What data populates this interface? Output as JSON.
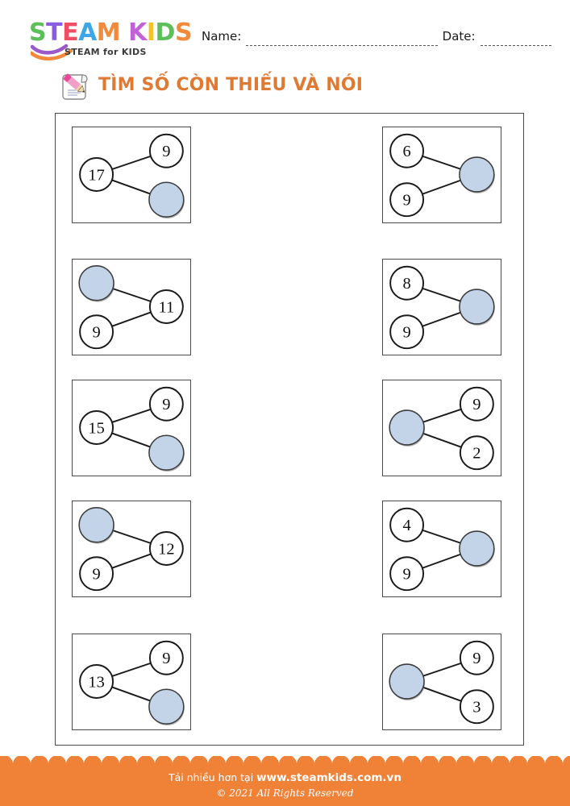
{
  "brand": {
    "wordmark": [
      {
        "ch": "S",
        "color": "#5cbf5a"
      },
      {
        "ch": "T",
        "color": "#8a5ce0"
      },
      {
        "ch": "E",
        "color": "#ef4f64"
      },
      {
        "ch": "A",
        "color": "#3ea7e8"
      },
      {
        "ch": "M",
        "color": "#f28a3c"
      },
      {
        "ch": " ",
        "color": "#ffffff"
      },
      {
        "ch": "K",
        "color": "#c261d8"
      },
      {
        "ch": "I",
        "color": "#f6c518"
      },
      {
        "ch": "D",
        "color": "#5cbf5a"
      },
      {
        "ch": "S",
        "color": "#f28a3c"
      }
    ],
    "tagline": "STEAM for KIDS",
    "swoosh_purple": "#9b59c9",
    "swoosh_orange": "#f28a3c"
  },
  "header": {
    "name_label": "Name:",
    "date_label": "Date:"
  },
  "title": {
    "text": "TÌM SỐ CÒN THIẾU VÀ NÓI",
    "color": "#e07a33",
    "icon": "notepad-pencil-icon"
  },
  "style": {
    "blank_fill": "#c3d4e8",
    "blank_stroke": "#3d3d3d",
    "circle_stroke": "#1a1a1a",
    "box_stroke": "#4a4a4a",
    "footer_orange": "#ef8237"
  },
  "exercises": {
    "columns": 2,
    "rows": 5,
    "left_column": [
      {
        "id": "ex-1",
        "layout": "left-to-right",
        "nodes": [
          {
            "pos": "left",
            "value": "17",
            "blank": false
          },
          {
            "pos": "top-right",
            "value": "9",
            "blank": false
          },
          {
            "pos": "bottom-right",
            "value": "",
            "blank": true
          }
        ]
      },
      {
        "id": "ex-3",
        "layout": "right-to-left",
        "nodes": [
          {
            "pos": "top-left",
            "value": "",
            "blank": true
          },
          {
            "pos": "bottom-left",
            "value": "9",
            "blank": false
          },
          {
            "pos": "right",
            "value": "11",
            "blank": false
          }
        ]
      },
      {
        "id": "ex-5",
        "layout": "left-to-right",
        "nodes": [
          {
            "pos": "left",
            "value": "15",
            "blank": false
          },
          {
            "pos": "top-right",
            "value": "9",
            "blank": false
          },
          {
            "pos": "bottom-right",
            "value": "",
            "blank": true
          }
        ]
      },
      {
        "id": "ex-7",
        "layout": "right-to-left",
        "nodes": [
          {
            "pos": "top-left",
            "value": "",
            "blank": true
          },
          {
            "pos": "bottom-left",
            "value": "9",
            "blank": false
          },
          {
            "pos": "right",
            "value": "12",
            "blank": false
          }
        ]
      },
      {
        "id": "ex-9",
        "layout": "left-to-right",
        "nodes": [
          {
            "pos": "left",
            "value": "13",
            "blank": false
          },
          {
            "pos": "top-right",
            "value": "9",
            "blank": false
          },
          {
            "pos": "bottom-right",
            "value": "",
            "blank": true
          }
        ]
      }
    ],
    "right_column": [
      {
        "id": "ex-2",
        "layout": "right-to-left",
        "nodes": [
          {
            "pos": "top-left",
            "value": "6",
            "blank": false
          },
          {
            "pos": "bottom-left",
            "value": "9",
            "blank": false
          },
          {
            "pos": "right",
            "value": "",
            "blank": true
          }
        ]
      },
      {
        "id": "ex-4",
        "layout": "right-to-left",
        "nodes": [
          {
            "pos": "top-left",
            "value": "8",
            "blank": false
          },
          {
            "pos": "bottom-left",
            "value": "9",
            "blank": false
          },
          {
            "pos": "right",
            "value": "",
            "blank": true
          }
        ]
      },
      {
        "id": "ex-6",
        "layout": "left-to-right",
        "nodes": [
          {
            "pos": "left",
            "value": "",
            "blank": true
          },
          {
            "pos": "top-right",
            "value": "9",
            "blank": false
          },
          {
            "pos": "bottom-right",
            "value": "2",
            "blank": false
          }
        ]
      },
      {
        "id": "ex-8",
        "layout": "right-to-left",
        "nodes": [
          {
            "pos": "top-left",
            "value": "4",
            "blank": false
          },
          {
            "pos": "bottom-left",
            "value": "9",
            "blank": false
          },
          {
            "pos": "right",
            "value": "",
            "blank": true
          }
        ]
      },
      {
        "id": "ex-10",
        "layout": "left-to-right",
        "nodes": [
          {
            "pos": "left",
            "value": "",
            "blank": true
          },
          {
            "pos": "top-right",
            "value": "9",
            "blank": false
          },
          {
            "pos": "bottom-right",
            "value": "3",
            "blank": false
          }
        ]
      }
    ]
  },
  "footer": {
    "line1_prefix": "Tải nhiều hơn tại ",
    "site": "www.steamkids.com.vn",
    "line2": "© 2021 All Rights Reserved"
  }
}
